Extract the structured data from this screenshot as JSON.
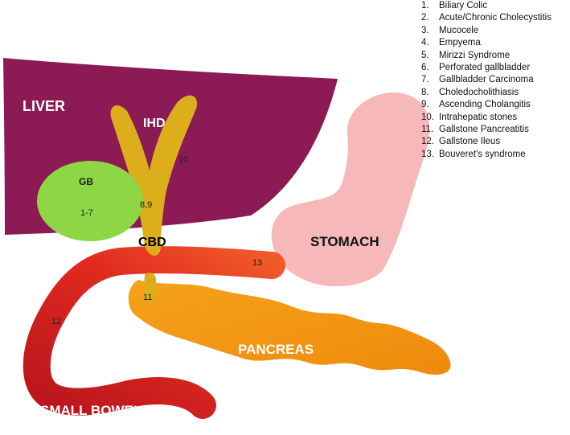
{
  "labels": {
    "liver": "LIVER",
    "ihd": "IHD",
    "gb": "GB",
    "cbd": "CBD",
    "stomach": "STOMACH",
    "pancreas": "PANCREAS",
    "small_bowel": "SMALL BOWEL"
  },
  "markers": {
    "gb_range": "1-7",
    "cbd_stones": "8,9",
    "ihd_stones": "10",
    "pancreatitis": "11",
    "ileus": "12",
    "bouveret": "13"
  },
  "legend": [
    {
      "num": "1.",
      "text": "Biliary Colic"
    },
    {
      "num": "2.",
      "text": "Acute/Chronic Cholecystitis"
    },
    {
      "num": "3.",
      "text": "Mucocele"
    },
    {
      "num": "4.",
      "text": "Empyema"
    },
    {
      "num": "5.",
      "text": "Mirizzi Syndrome"
    },
    {
      "num": "6.",
      "text": "Perforated gallbladder"
    },
    {
      "num": "7.",
      "text": "Gallbladder Carcinoma"
    },
    {
      "num": "8.",
      "text": "Choledocholithiasis"
    },
    {
      "num": "9.",
      "text": "Ascending Cholangitis"
    },
    {
      "num": "10.",
      "text": "Intrahepatic stones"
    },
    {
      "num": "11.",
      "text": "Gallstone Pancreatitis"
    },
    {
      "num": "12.",
      "text": "Gallstone Ileus"
    },
    {
      "num": "13.",
      "text": "Bouveret's syndrome"
    }
  ],
  "colors": {
    "liver": "#8b1a55",
    "duct": "#dcae1c",
    "gallbladder": "#8fd646",
    "stomach": "#f6b8b8",
    "pancreas": "#f3900f",
    "small_bowel": "#d8261e"
  }
}
